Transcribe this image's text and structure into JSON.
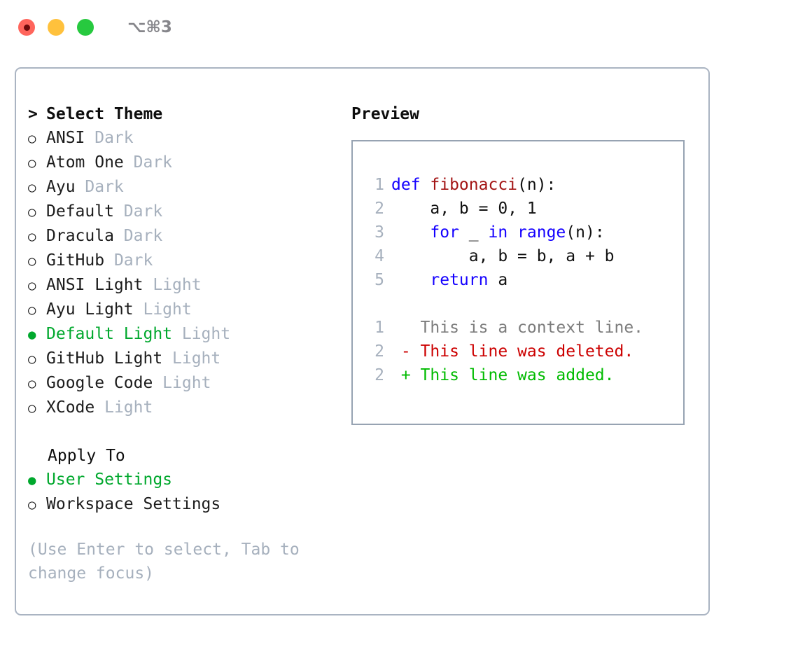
{
  "window": {
    "title": "⌥⌘3",
    "traffic_lights": [
      "close-red",
      "minimize-yellow",
      "maximize-green"
    ]
  },
  "theme_picker": {
    "header": "Select Theme",
    "caret": ">",
    "bullet_selected": "●",
    "bullet_unselected": "○",
    "items": [
      {
        "name": "ANSI",
        "tag": "Dark",
        "selected": false
      },
      {
        "name": "Atom One",
        "tag": "Dark",
        "selected": false
      },
      {
        "name": "Ayu",
        "tag": "Dark",
        "selected": false
      },
      {
        "name": "Default",
        "tag": "Dark",
        "selected": false
      },
      {
        "name": "Dracula",
        "tag": "Dark",
        "selected": false
      },
      {
        "name": "GitHub",
        "tag": "Dark",
        "selected": false
      },
      {
        "name": "ANSI Light",
        "tag": "Light",
        "selected": false
      },
      {
        "name": "Ayu Light",
        "tag": "Light",
        "selected": false
      },
      {
        "name": "Default Light",
        "tag": "Light",
        "selected": true
      },
      {
        "name": "GitHub Light",
        "tag": "Light",
        "selected": false
      },
      {
        "name": "Google Code",
        "tag": "Light",
        "selected": false
      },
      {
        "name": "XCode",
        "tag": "Light",
        "selected": false
      }
    ]
  },
  "apply_to": {
    "header": "Apply To",
    "items": [
      {
        "name": "User Settings",
        "selected": true
      },
      {
        "name": "Workspace Settings",
        "selected": false
      }
    ]
  },
  "hint": "(Use Enter to select, Tab to change focus)",
  "preview": {
    "label": "Preview",
    "code_lines": [
      {
        "num": "1",
        "tokens": [
          {
            "t": "def ",
            "c": "kw"
          },
          {
            "t": "fibonacci",
            "c": "fn"
          },
          {
            "t": "(n):",
            "c": "pl"
          }
        ]
      },
      {
        "num": "2",
        "tokens": [
          {
            "t": "    a, b = 0, 1",
            "c": "pl"
          }
        ]
      },
      {
        "num": "3",
        "tokens": [
          {
            "t": "    ",
            "c": "pl"
          },
          {
            "t": "for",
            "c": "kw"
          },
          {
            "t": " _ ",
            "c": "pl"
          },
          {
            "t": "in",
            "c": "kw"
          },
          {
            "t": " ",
            "c": "pl"
          },
          {
            "t": "range",
            "c": "kw"
          },
          {
            "t": "(n):",
            "c": "pl"
          }
        ]
      },
      {
        "num": "4",
        "tokens": [
          {
            "t": "        a, b = b, a + b",
            "c": "pl"
          }
        ]
      },
      {
        "num": "5",
        "tokens": [
          {
            "t": "    ",
            "c": "pl"
          },
          {
            "t": "return",
            "c": "kw"
          },
          {
            "t": " a",
            "c": "pl"
          }
        ]
      }
    ],
    "diff_lines": [
      {
        "num": "1",
        "marker": "  ",
        "text": "This is a context line.",
        "kind": "ctx"
      },
      {
        "num": "2",
        "marker": "- ",
        "text": "This line was deleted.",
        "kind": "del"
      },
      {
        "num": "2",
        "marker": "+ ",
        "text": "This line was added.",
        "kind": "add"
      }
    ]
  },
  "colors": {
    "selected_green": "#00a82d",
    "muted_tag": "#a6b0bd",
    "keyword_blue": "#1400ff",
    "function_red": "#a31515",
    "diff_delete": "#cc0000",
    "diff_add": "#00bb00",
    "panel_border": "#aab4c2"
  }
}
